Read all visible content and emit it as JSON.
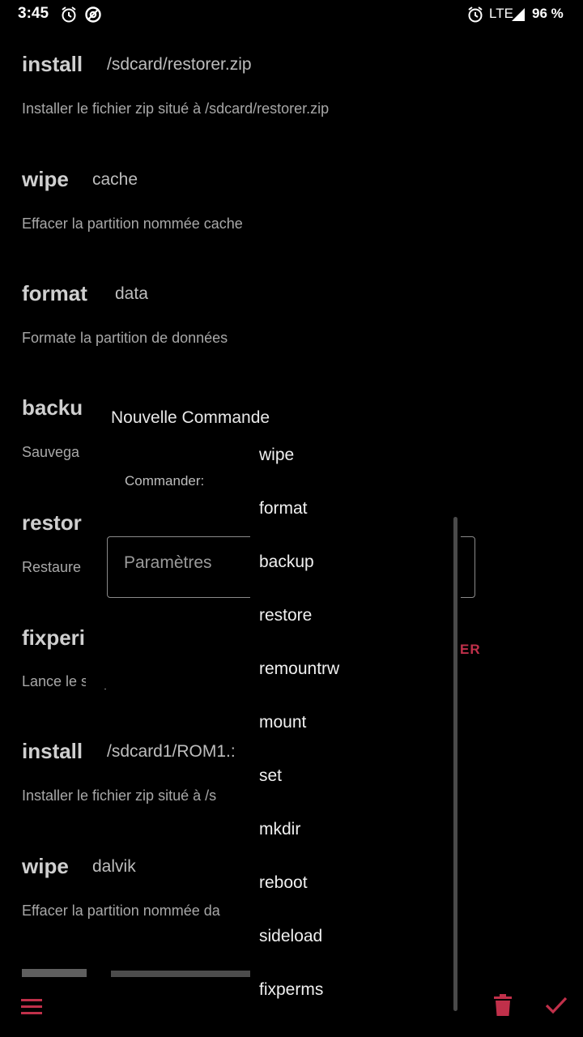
{
  "status_bar": {
    "time": "3:45",
    "network": "LTE",
    "battery": "96 %",
    "icons": [
      "alarm-icon",
      "at-sign-icon",
      "alarm-icon",
      "signal-icon"
    ]
  },
  "commands": [
    {
      "name": "install",
      "arg": "/sdcard/restorer.zip",
      "desc": "Installer le fichier zip situé à /sdcard/restorer.zip"
    },
    {
      "name": "wipe",
      "arg": "cache",
      "desc": "Effacer la partition nommée cache"
    },
    {
      "name": "format",
      "arg": "data",
      "desc": "Formate la partition de données"
    },
    {
      "name": "backu",
      "arg": "",
      "desc": "Sauvega"
    },
    {
      "name": "restor",
      "arg": "",
      "desc": "Restaure"
    },
    {
      "name": "fixperi",
      "arg": "",
      "desc": "Lance le script des autorisation"
    },
    {
      "name": "install",
      "arg": "/sdcard1/ROM1.:",
      "desc": "Installer le fichier zip situé à /s"
    },
    {
      "name": "wipe",
      "arg": "dalvik",
      "desc": "Effacer la partition nommée da"
    }
  ],
  "dialog": {
    "title": "Nouvelle Commande",
    "command_label": "Commander:",
    "params_placeholder": "Paramètres",
    "action_label": "ER"
  },
  "dropdown": {
    "options": [
      "wipe",
      "format",
      "backup",
      "restore",
      "remountrw",
      "mount",
      "set",
      "mkdir",
      "reboot",
      "sideload",
      "fixperms"
    ]
  },
  "colors": {
    "background": "#000000",
    "accent": "#c0304a",
    "text_primary": "#cfcfcf",
    "text_secondary": "#a8a8a8"
  }
}
